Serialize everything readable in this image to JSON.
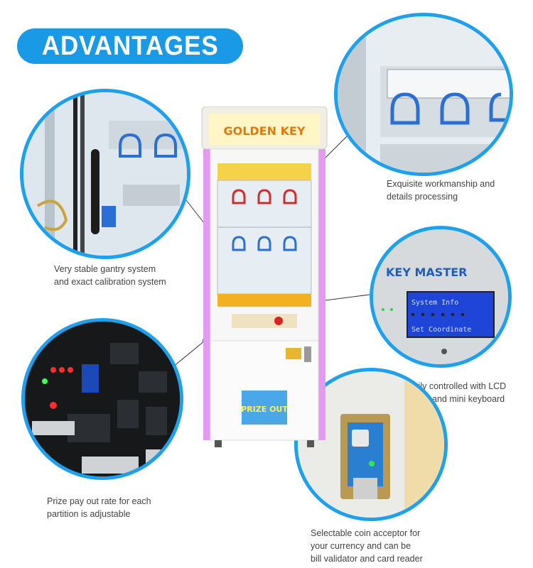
{
  "title": "ADVANTAGES",
  "captions": {
    "gantry": [
      "Very stable gantry system",
      "and exact calibration system"
    ],
    "workmanship": [
      "Exquisite workmanship and",
      "details processing"
    ],
    "lcd": [
      "Easily controlled with LCD",
      "screen and mini keyboard"
    ],
    "payout": [
      "Prize pay out rate for each",
      "partition is adjustable"
    ],
    "coin": [
      "Selectable coin acceptor for",
      "your currency and can be",
      "bill validator and card reader"
    ]
  },
  "lcd_screen": {
    "brand": "KEY MASTER",
    "menu": [
      "System Info",
      "",
      "Set Coordinate"
    ]
  },
  "machine": {
    "marquee": "GOLDEN KEY",
    "door_logo": "PRIZE OUT"
  },
  "colors": {
    "accent": "#1a9ae6",
    "circle_border": "#1da1ef",
    "neon": "#e39bf0"
  }
}
